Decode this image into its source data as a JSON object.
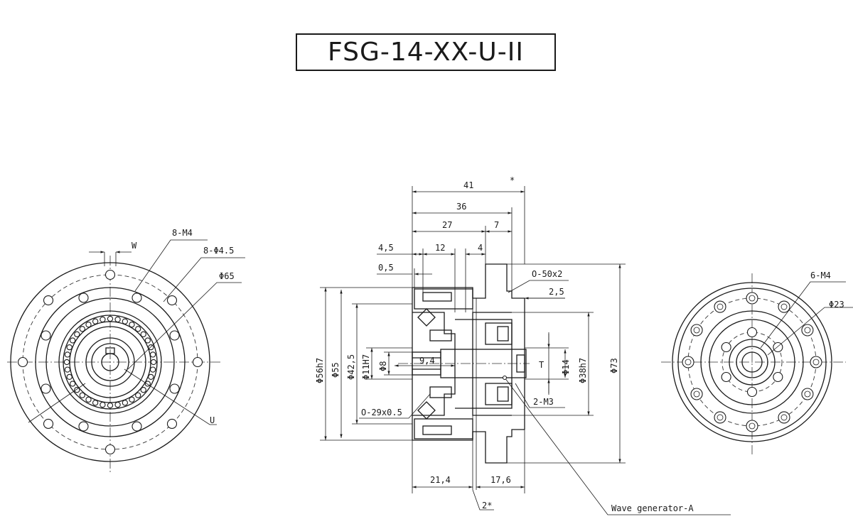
{
  "title": "FSG-14-XX-U-II",
  "left_view": {
    "label_w": "W",
    "label_holes_m4": "8-M4",
    "label_holes_d45": "8-Φ4.5",
    "label_d65": "Φ65",
    "label_u": "U"
  },
  "section_view": {
    "dim_41": "41",
    "dim_star": "*",
    "dim_36": "36",
    "dim_27": "27",
    "dim_7": "7",
    "dim_4_5": "4,5",
    "dim_12": "12",
    "dim_4": "4",
    "dim_0_5": "0,5",
    "oring_top": "O-50x2",
    "dim_2_5": "2,5",
    "dim_d56h7": "Φ56h7",
    "dim_d55": "Φ55",
    "dim_d42_5": "Φ42,5",
    "dim_d11h7": "Φ11H7",
    "dim_d8": "Φ8",
    "dim_9_4": "9,4",
    "dim_t": "T",
    "dim_d14": "Φ14",
    "dim_d38h7": "Φ38h7",
    "dim_d73": "Φ73",
    "oring_bottom": "O-29x0.5",
    "dim_2_m3": "2-M3",
    "dim_21_4": "21,4",
    "dim_17_6": "17,6",
    "dim_2star": "2*",
    "wave_generator": "Wave generator-A"
  },
  "right_view": {
    "label_holes": "6-M4",
    "label_d23": "Φ23"
  }
}
